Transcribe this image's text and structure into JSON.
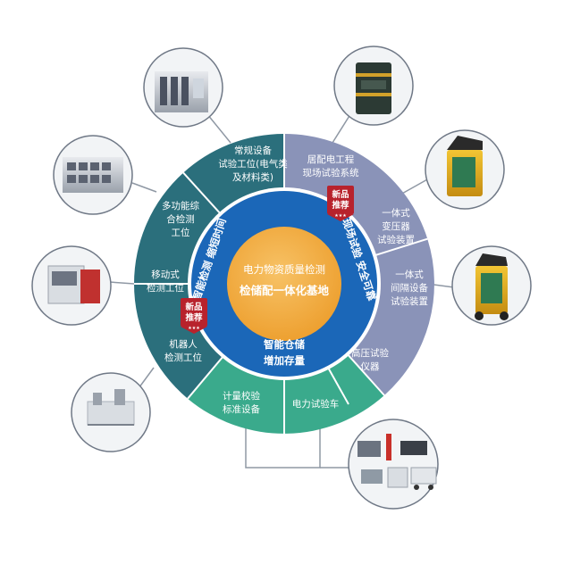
{
  "core": {
    "line1": "电力物资质量检测",
    "line2": "检储配一体化基地"
  },
  "inner": {
    "left": "智能检测 缩短时间",
    "right": "现场试验 安全可靠",
    "bottom_line1": "智能仓储",
    "bottom_line2": "增加存量"
  },
  "segments": {
    "routine": [
      "常规设备",
      "试验工位(电气类",
      "及材料类)"
    ],
    "multi": [
      "多功能综",
      "合检测",
      "工位"
    ],
    "mobile": [
      "移动式",
      "检测工位"
    ],
    "robot": [
      "机器人",
      "检测工位"
    ],
    "distribution": [
      "居配电工程",
      "现场试验系统"
    ],
    "transformer": [
      "一体式",
      "变压器",
      "试验装置"
    ],
    "interval": [
      "一体式",
      "间隔设备",
      "试验装置"
    ],
    "highvoltage": [
      "高压试验",
      "仪器"
    ],
    "vehicle": [
      "电力试验车"
    ],
    "metering": [
      "计量校验",
      "标准设备"
    ]
  },
  "badges": {
    "line1": "新品",
    "line2": "推荐",
    "stars": "★★★"
  },
  "colors": {
    "teal_dark": "#2b6f7c",
    "slate": "#8a93b8",
    "green": "#3aaa8c",
    "blue": "#1b67b8",
    "core": "#f3ad3f",
    "badge": "#b8222c"
  }
}
